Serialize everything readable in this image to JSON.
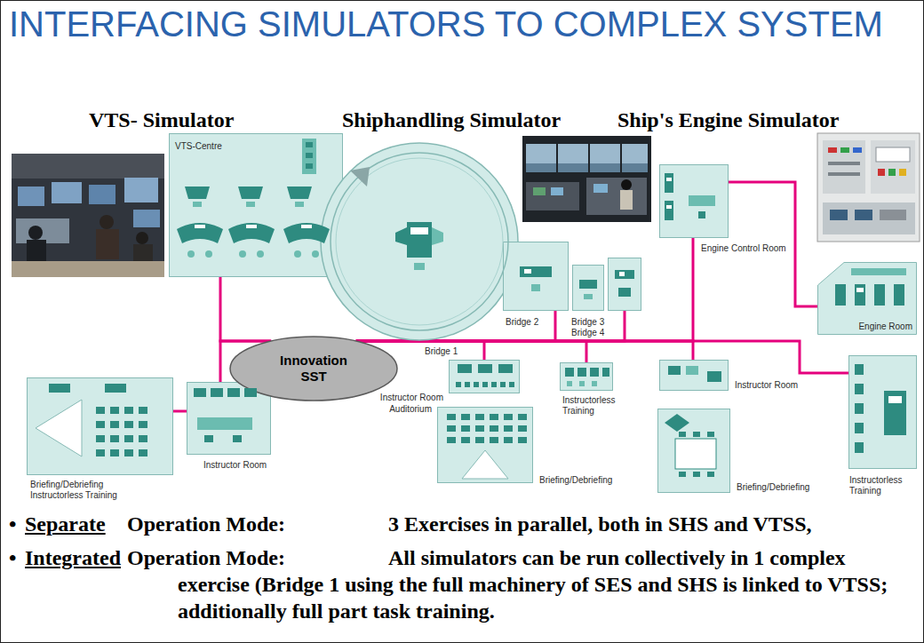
{
  "diagram": {
    "title": "INTERFACING SIMULATORS TO COMPLEX SYSTEM",
    "nodes": [
      {
        "text": [
          "VTS-Centre"
        ]
      },
      {
        "text": [
          "Bridge 1"
        ]
      },
      {
        "text": [
          "Bridge 2"
        ]
      },
      {
        "text": [
          "Bridge 3"
        ]
      },
      {
        "text": [
          "Bridge 4"
        ]
      },
      {
        "text": [
          "Engine Control Room"
        ]
      },
      {
        "text": [
          "Engine Room"
        ]
      },
      {
        "text": [
          "Briefing/Debriefing Instructorless Training"
        ]
      },
      {
        "text": [
          "Instructor Room"
        ]
      },
      {
        "text": [
          "Innovation SST"
        ]
      },
      {
        "text": [
          "Instructor Room"
        ]
      },
      {
        "text": [
          "Auditorium",
          "Briefing/Debriefing"
        ]
      },
      {
        "text": [
          "Instructorless Training"
        ]
      },
      {
        "text": [
          "Instructor Room"
        ]
      },
      {
        "text": [
          "Briefing/Debriefing"
        ]
      },
      {
        "text": [
          "Instructorless Training"
        ]
      }
    ],
    "edges": [
      {
        "from": 0,
        "to": 9,
        "arrow": "none"
      },
      {
        "from": 8,
        "to": 9,
        "arrow": "none"
      },
      {
        "from": 7,
        "to": 8,
        "arrow": "none"
      },
      {
        "from": 1,
        "to": 9,
        "arrow": "none"
      },
      {
        "from": 2,
        "to": 9,
        "arrow": "none"
      },
      {
        "from": 4,
        "to": 9,
        "arrow": "none"
      },
      {
        "from": 10,
        "to": 9,
        "arrow": "none"
      },
      {
        "from": 12,
        "to": 9,
        "arrow": "none"
      },
      {
        "from": 5,
        "to": 9,
        "arrow": "none"
      },
      {
        "from": 13,
        "to": 9,
        "arrow": "none"
      },
      {
        "from": 15,
        "to": 9,
        "arrow": "none"
      },
      {
        "from": 5,
        "to": 6,
        "arrow": "none"
      }
    ],
    "labels": [
      "VTS- Simulator",
      "Shiphandling Simulator",
      "Ship's Engine Simulator",
      "•",
      "Separate",
      "Operation Mode:",
      "3 Exercises in parallel, both in SHS and VTSS,",
      "•",
      "Integrated",
      "Operation Mode:",
      "All simulators can be run collectively in 1 complex exercise (Bridge 1 using the full machinery of SES and SHS is linked to VTSS; additionally full part task training."
    ]
  }
}
